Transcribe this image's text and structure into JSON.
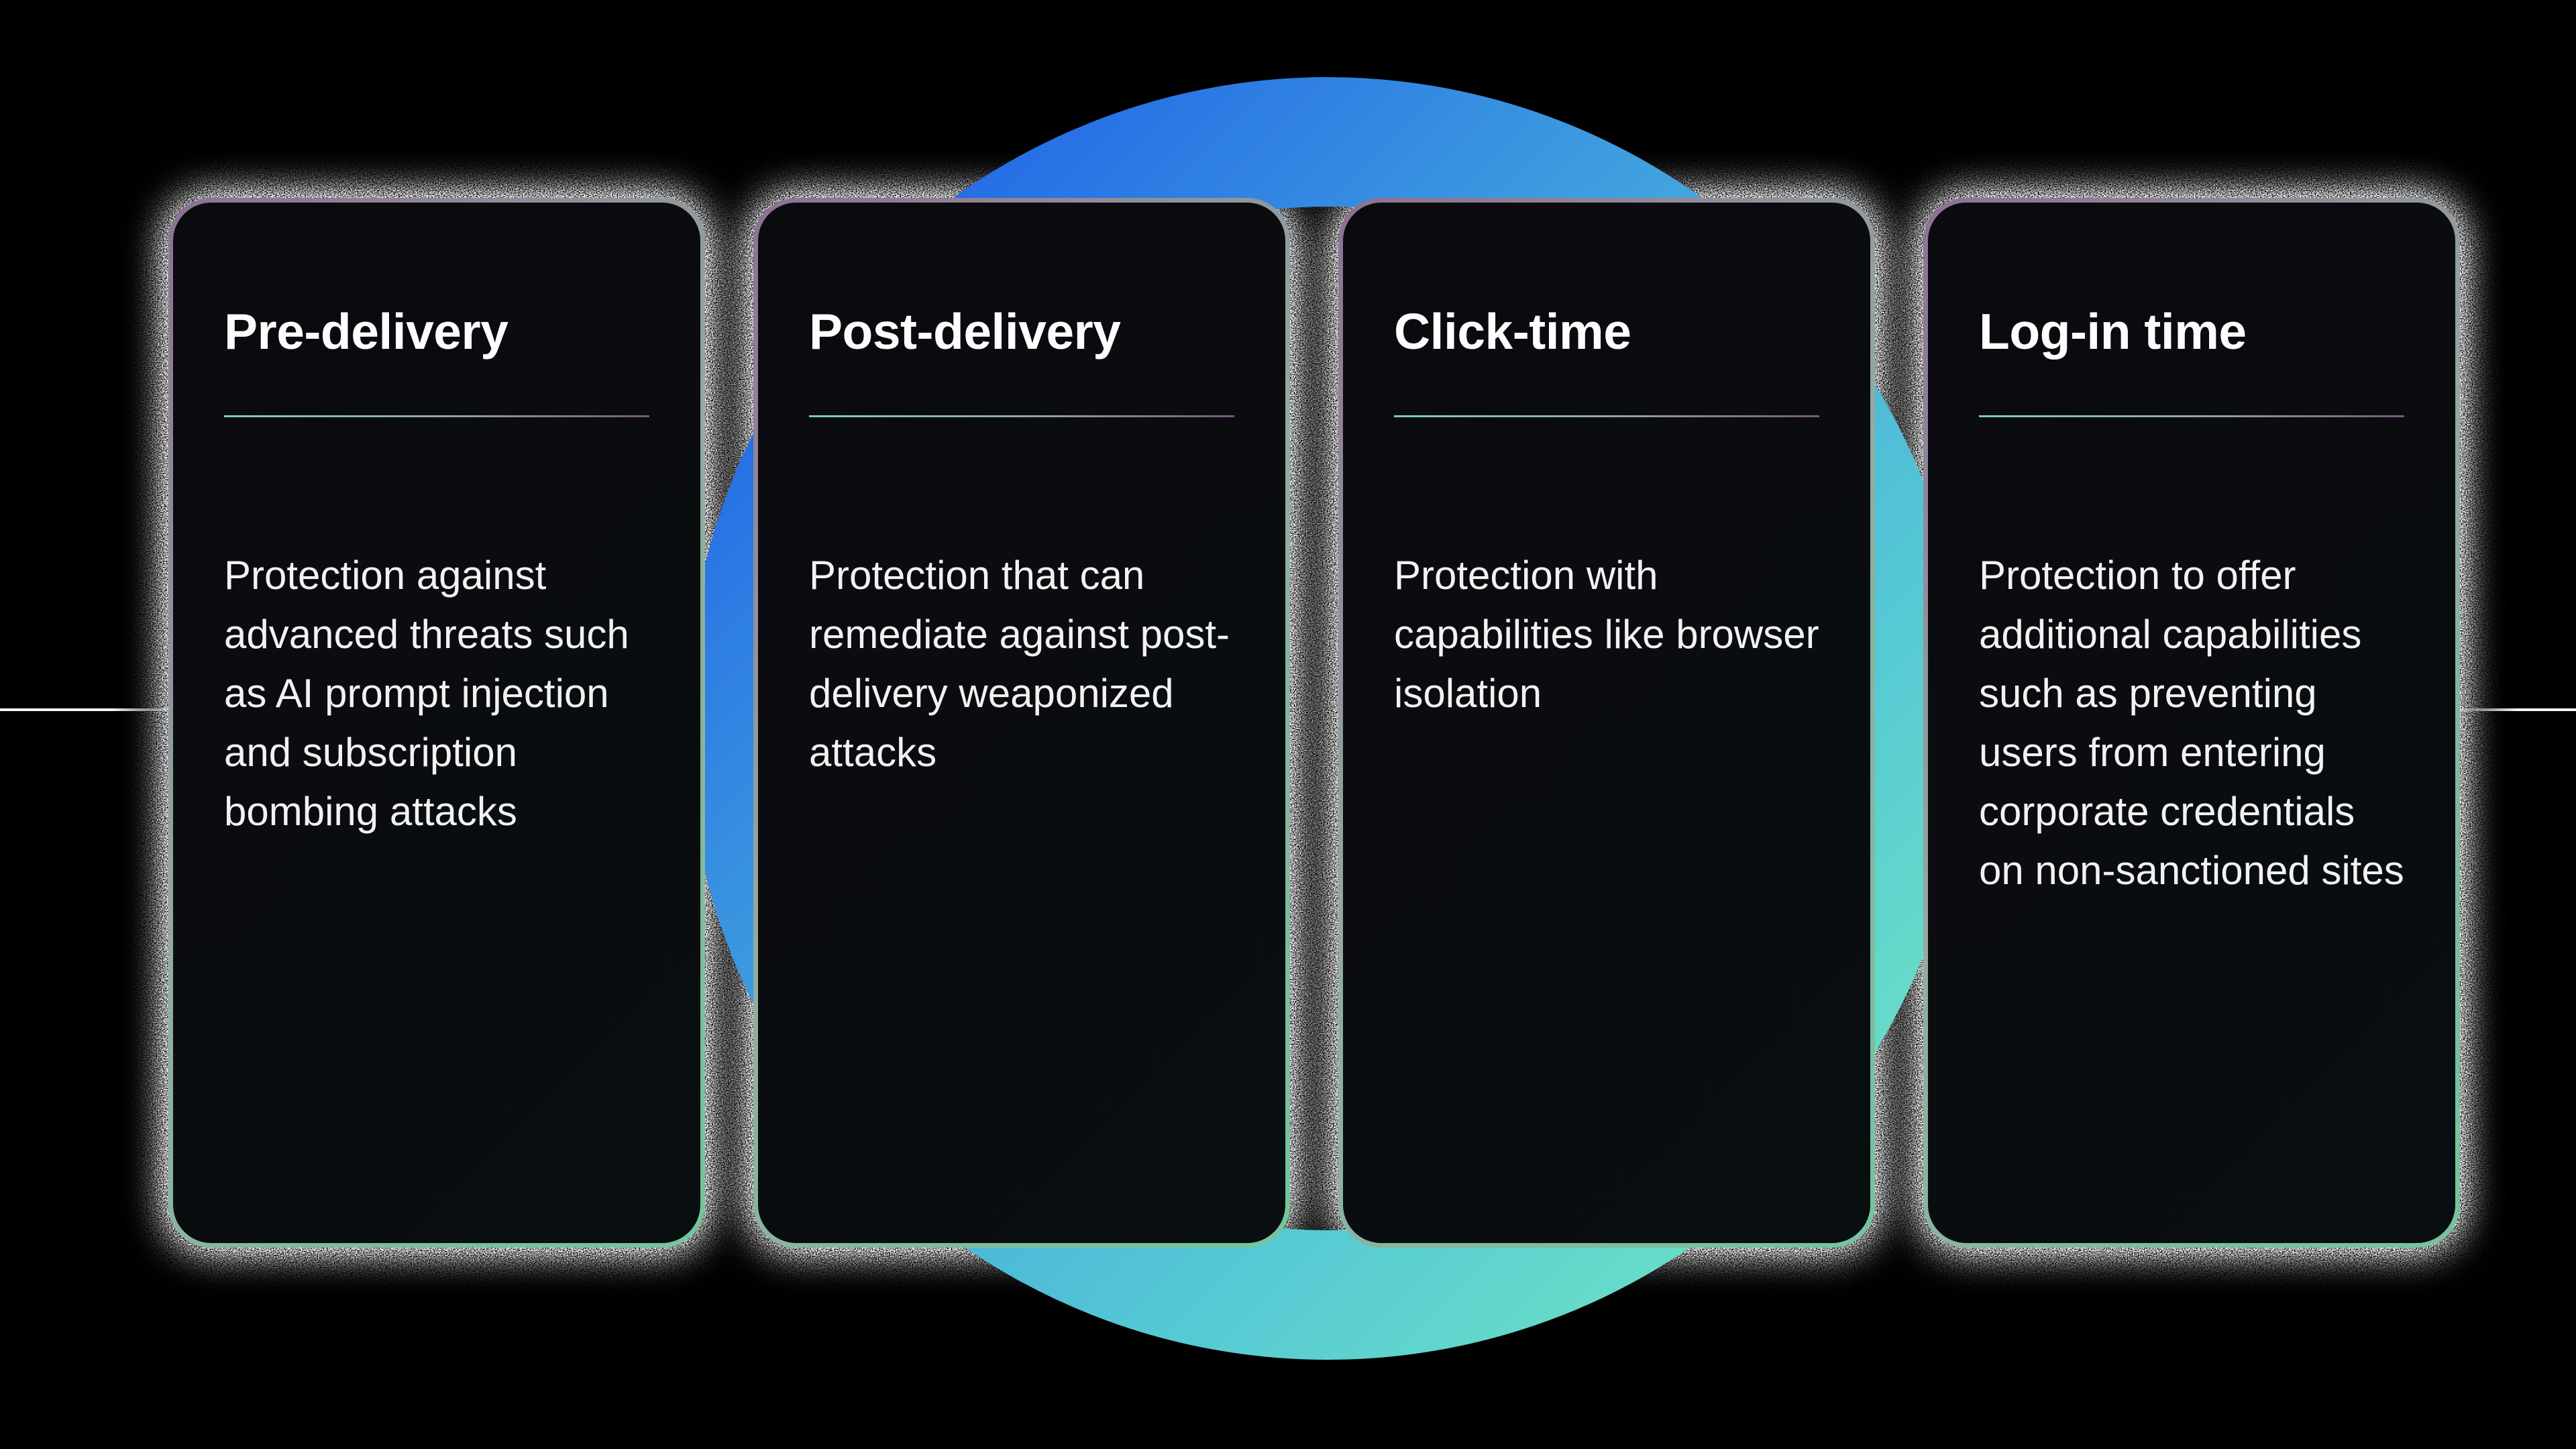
{
  "cards": [
    {
      "title": "Pre-delivery",
      "body": "Protection against advanced threats such as AI prompt injection and subscription bombing attacks"
    },
    {
      "title": "Post-delivery",
      "body": "Protection that can remediate against post-delivery weaponized attacks"
    },
    {
      "title": "Click-time",
      "body": "Protection with capabilities like browser isolation"
    },
    {
      "title": "Log-in time",
      "body": "Protection to offer additional capabilities such as preventing users from entering corporate credentials on non-sanctioned sites"
    }
  ],
  "colors": {
    "background": "#000000",
    "card_bg": "rgba(3,4,8,0.95)",
    "title_color": "#fdfdfd",
    "body_color": "#f2f2f2",
    "line_color": "#ffffff",
    "card_border_top_left": "#8d7093",
    "card_border_mid": "#93aba1",
    "card_border_bottom_right": "#73c59d",
    "underline_left": "#7ecfad",
    "underline_mid": "#95a39e",
    "underline_right": "#77587e",
    "ring_blue": "#1a5ae8",
    "ring_light_blue": "#45a8dd",
    "ring_cyan": "#55c9d4",
    "ring_teal": "#74e7c1"
  }
}
